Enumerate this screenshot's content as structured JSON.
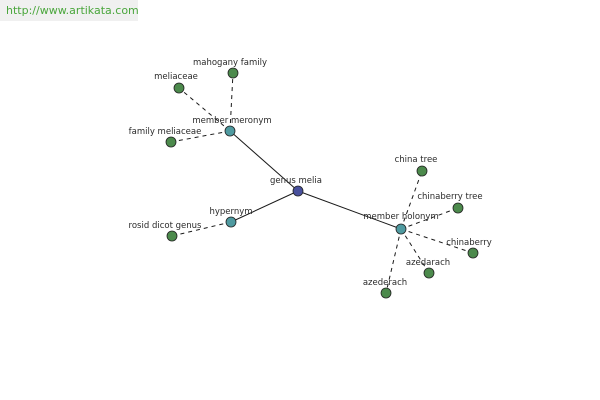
{
  "source_url": "http://www.artikata.com",
  "colors": {
    "center": "#48509c",
    "relation": "#4f9aa0",
    "leaf": "#4c8a4c",
    "edge": "#1a1a1a",
    "watermark_text": "#4aa63c"
  },
  "center": {
    "label": "genus melia",
    "icon": "center-node"
  },
  "relations": [
    {
      "id": "member-meronym",
      "label": "member meronym",
      "leaves": [
        {
          "id": "meliaceae",
          "label": "meliaceae"
        },
        {
          "id": "mahogany-family",
          "label": "mahogany family"
        },
        {
          "id": "family-meliaceae",
          "label": "family meliaceae"
        }
      ]
    },
    {
      "id": "hypernym",
      "label": "hypernym",
      "leaves": [
        {
          "id": "rosid-dicot-genus",
          "label": "rosid dicot genus"
        }
      ]
    },
    {
      "id": "member-holonym",
      "label": "member holonym",
      "leaves": [
        {
          "id": "china-tree",
          "label": "china tree"
        },
        {
          "id": "chinaberry-tree",
          "label": "chinaberry tree"
        },
        {
          "id": "chinaberry",
          "label": "chinaberry"
        },
        {
          "id": "azedarach-1",
          "label": "azedarach"
        },
        {
          "id": "azederach",
          "label": "azederach"
        }
      ]
    }
  ]
}
